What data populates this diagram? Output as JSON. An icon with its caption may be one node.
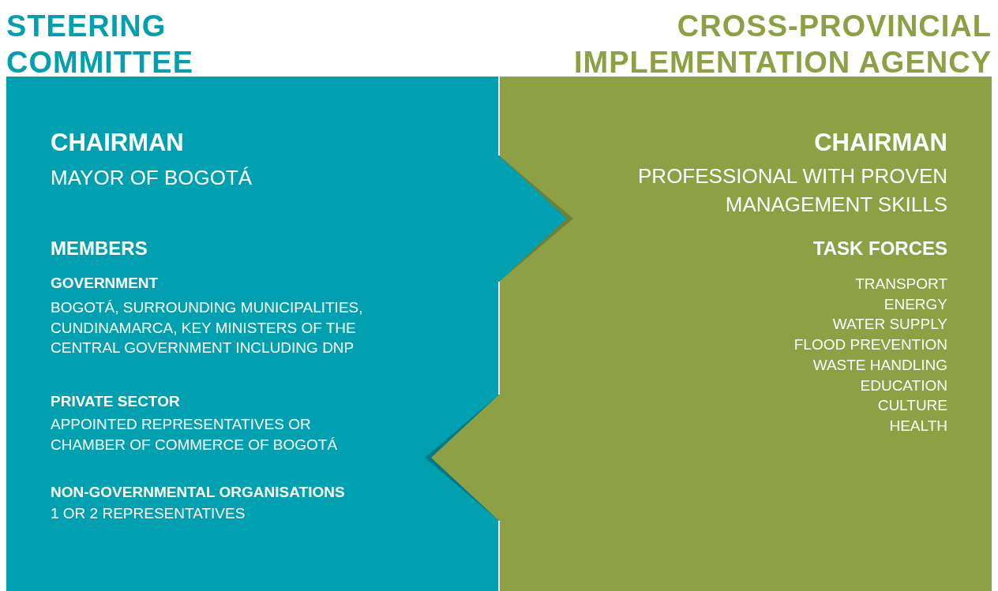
{
  "diagram": {
    "nodes": [
      {
        "text": [
          "STEERING COMMITTEE",
          "CHAIRMAN",
          "MAYOR OF BOGOTÁ",
          "MEMBERS",
          "GOVERNMENT",
          "BOGOTÁ, SURROUNDING MUNICIPALITIES, CUNDINAMARCA, KEY MINISTERS OF THE CENTRAL GOVERNMENT INCLUDING DNP",
          "PRIVATE SECTOR",
          "APPOINTED REPRESENTATIVES OR CHAMBER OF COMMERCE OF BOGOTÁ",
          "NON-GOVERNMENTAL ORGANISATIONS",
          "1 OR 2 REPRESENTATIVES"
        ]
      },
      {
        "text": [
          "CROSS-PROVINCIAL IMPLEMENTATION AGENCY",
          "CHAIRMAN",
          "PROFESSIONAL WITH PROVEN MANAGEMENT SKILLS",
          "TASK FORCES",
          "TRANSPORT",
          "ENERGY",
          "WATER SUPPLY",
          "FLOOD PREVENTION",
          "WASTE HANDLING",
          "EDUCATION",
          "CULTURE",
          "HEALTH"
        ]
      }
    ],
    "edges": [
      {
        "from": 0,
        "to": 1,
        "arrow": "to"
      },
      {
        "from": 1,
        "to": 0,
        "arrow": "to"
      }
    ]
  }
}
